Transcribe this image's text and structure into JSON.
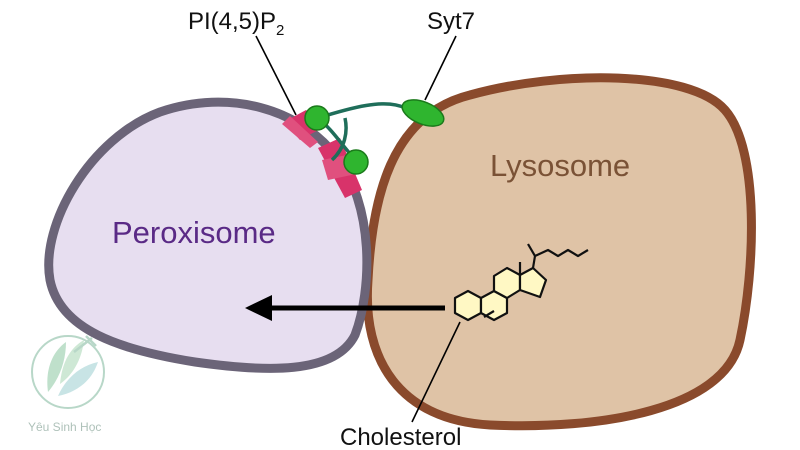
{
  "labels": {
    "pip2_main": "PI(4,5)P",
    "pip2_sub": "2",
    "syt7": "Syt7",
    "lysosome": "Lysosome",
    "peroxisome": "Peroxisome",
    "cholesterol": "Cholesterol"
  },
  "watermark": {
    "text": "Yêu Sinh Học"
  },
  "colors": {
    "peroxisome_fill": "#e7def0",
    "peroxisome_stroke": "#6b6478",
    "peroxisome_text": "#5a2a86",
    "lysosome_fill": "#dfc3a6",
    "lysosome_stroke": "#8a4a2c",
    "lysosome_text": "#7a5236",
    "protein_green": "#2fb52f",
    "lipid_pink": "#d8336a",
    "linker": "#1f6e5a"
  }
}
